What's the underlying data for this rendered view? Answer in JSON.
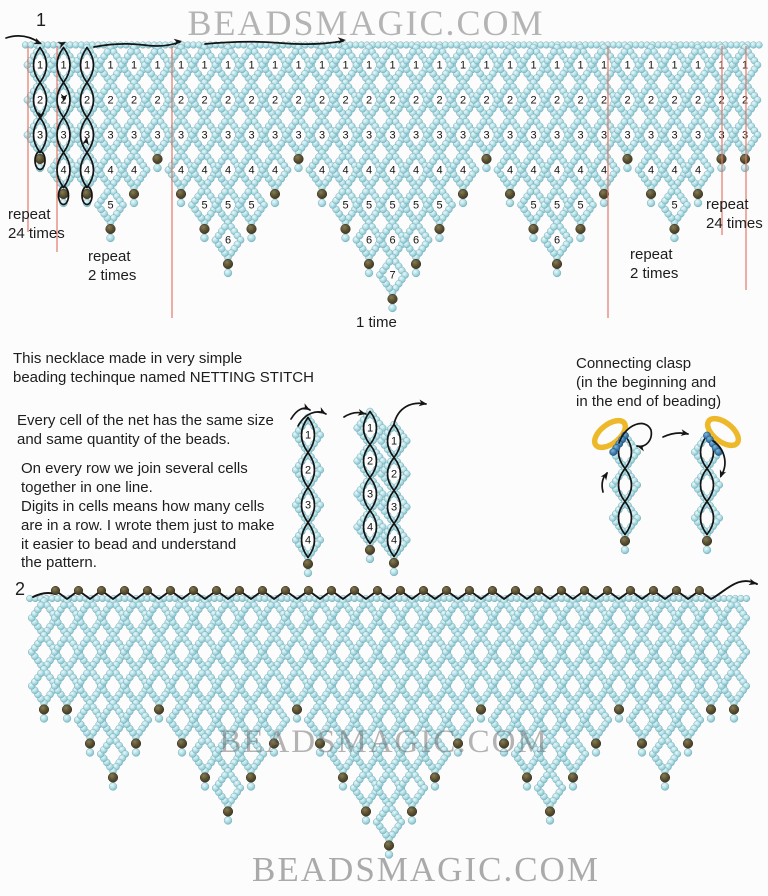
{
  "watermark": {
    "top": "BEADSMAGIC.COM",
    "middle": "BEADSMAGIC.COM",
    "bottom": "BEADSMAGIC.COM"
  },
  "colors": {
    "bead_teal_light": "#e9f8fa",
    "bead_teal_mid": "#93ccd6",
    "bead_teal_dark": "#69aebc",
    "tip_bead_olive": "#554c30",
    "clasp_bead_blue": "#3a77a8",
    "thread_black": "#141414",
    "divider_red": "#e17a6a",
    "clasp_loop_yellow": "#edb92b",
    "watermark_gray": "#b4b4b4",
    "text_color": "#1d1d1d"
  },
  "diagram1": {
    "label": "1",
    "numbered": true,
    "depths": [
      3,
      4,
      4,
      5,
      4,
      3,
      4,
      5,
      6,
      5,
      4,
      3,
      4,
      5,
      6,
      7,
      6,
      5,
      4,
      3,
      4,
      5,
      6,
      5,
      4,
      3,
      4,
      5,
      4,
      3,
      3
    ],
    "annotations": {
      "repeat24_left": "repeat\n24 times",
      "repeat2_left": "repeat\n2 times",
      "one_time": "1 time",
      "repeat2_right": "repeat\n2 times",
      "repeat24_right": "repeat\n24 times"
    }
  },
  "notes": {
    "p1": "This necklace made in very simple\nbeading techinque named NETTING STITCH",
    "p2": "Every cell of the net has the same size\nand same quantity of the beads.",
    "p3": "On every row we join several cells\ntogether in one line.\nDigits in cells means how many cells\nare in a row. I wrote them just to make\nit easier to bead and understand\nthe pattern."
  },
  "detail_strips": {
    "single": {
      "cells": [
        1,
        2,
        3,
        4
      ]
    },
    "double": {
      "left_cells": [
        1,
        2,
        3,
        4
      ],
      "right_cells": [
        1,
        2,
        3,
        4
      ]
    }
  },
  "clasp": {
    "title": "Connecting clasp\n(in the beginning and\nin the end of beading)"
  },
  "diagram2": {
    "label": "2",
    "numbered": false,
    "depths": [
      3,
      3,
      4,
      5,
      4,
      3,
      4,
      5,
      6,
      5,
      4,
      3,
      4,
      5,
      6,
      7,
      6,
      5,
      4,
      3,
      4,
      5,
      6,
      5,
      4,
      3,
      4,
      5,
      4,
      3,
      3
    ]
  }
}
